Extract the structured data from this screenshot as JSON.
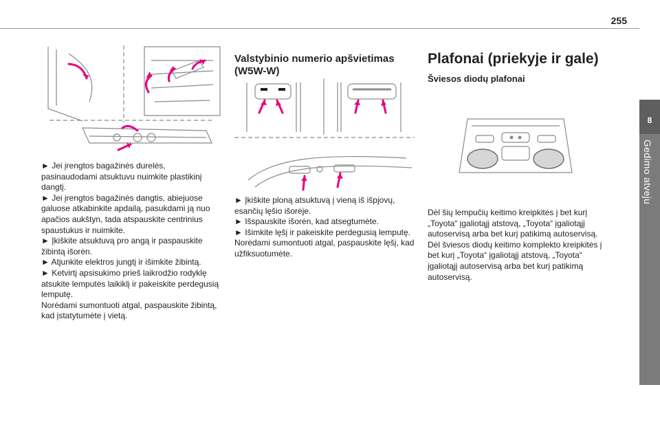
{
  "header": {
    "page_number": "255"
  },
  "side_tab": {
    "chapter_number": "8",
    "chapter_title": "Gedimo atveju"
  },
  "col1": {
    "paragraphs": [
      "► Jei įrengtos bagažinės durelės, pasinaudodami atsuktuvu nuimkite plastikinį dangtį.",
      "► Jei įrengtos bagažinės dangtis, abiejuose galuose atkabinkite apdailą, pasukdami ją nuo apačios aukštyn, tada atspauskite centrinius spaustukus ir nuimkite.",
      "► Įkiškite atsuktuvą pro angą ir paspauskite žibintą išorėn.",
      "► Atjunkite elektros jungtį ir išimkite žibintą.",
      "► Ketvirtį apsisukimo prieš laikrodžio rodyklę atsukite lemputės laikiklį ir pakeiskite perdegusią lemputę.",
      "Norėdami sumontuoti atgal, paspauskite žibintą, kad įstatytumėte į vietą."
    ]
  },
  "col2": {
    "title": "Valstybinio numerio apšvietimas (W5W-W)",
    "paragraphs": [
      "► Įkiškite ploną atsuktuvą į vieną iš išpjovų, esančių lęšio išorėje.",
      "► Išspauskite išorėn, kad atsegtumėte.",
      "► Išimkite lęšį ir pakeiskite perdegusią lemputę.",
      "Norėdami sumontuoti atgal, paspauskite lęšį, kad užfiksuotumėte."
    ]
  },
  "col3": {
    "title": "Plafonai (priekyje ir gale)",
    "subtitle": "Šviesos diodų plafonai",
    "paragraphs": [
      "Dėl šių lempučių keitimo kreipkitės į bet kurį „Toyota“ įgaliotąjį atstovą, „Toyota“ įgaliotąjį autoservisą arba bet kurį patikimą autoservisą.",
      "Dėl šviesos diodų keitimo komplekto kreipkitės į bet kurį „Toyota“ įgaliotąjį atstovą, „Toyota“ įgaliotąjį autoservisą arba bet kurį patikimą autoservisą."
    ]
  },
  "colors": {
    "arrow": "#e6007e",
    "line": "#8a8a8a",
    "tab": "#7b7b7b"
  }
}
